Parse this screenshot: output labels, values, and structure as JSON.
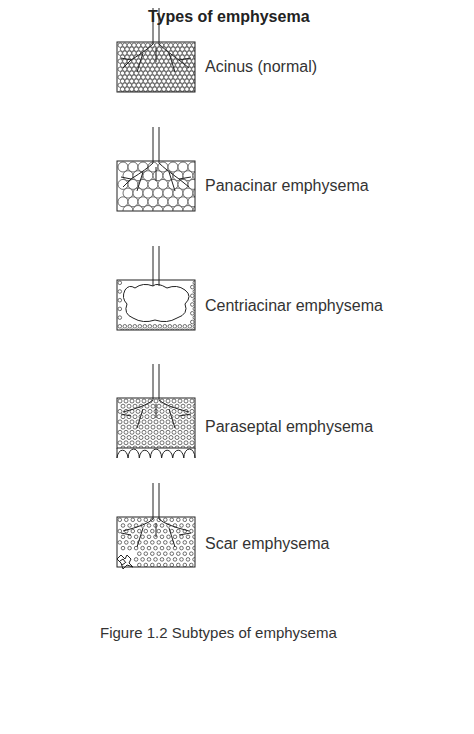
{
  "diagram": {
    "title": "Types of emphysema",
    "caption": "Figure 1.2 Subtypes of emphysema",
    "labels": [
      "Acinus (normal)",
      "Panacinar emphysema",
      "Centriacinar emphysema",
      "Paraseptal emphysema",
      "Scar emphysema"
    ]
  }
}
